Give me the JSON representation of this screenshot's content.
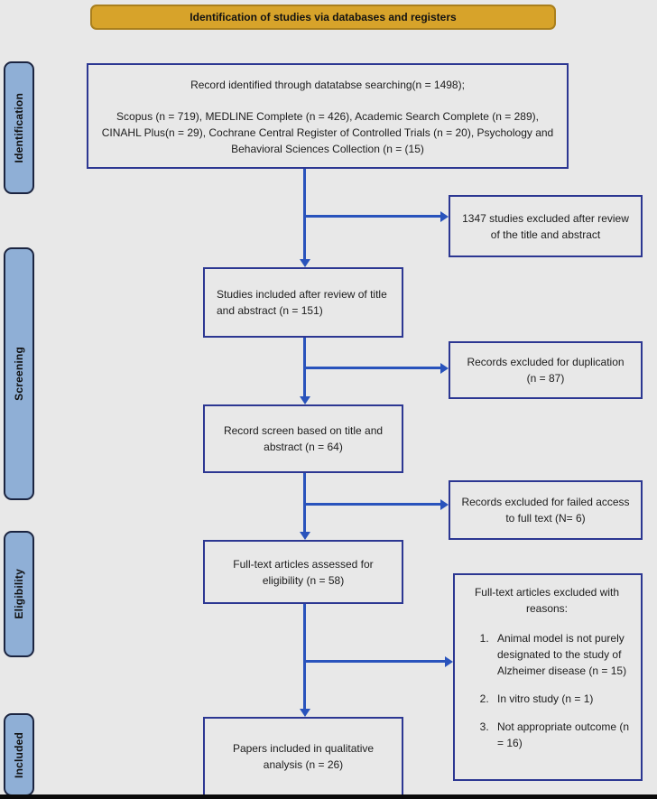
{
  "banner": {
    "label": "Identification of studies via databases and registers"
  },
  "sidebar": {
    "stages": [
      {
        "label": "Identification"
      },
      {
        "label": "Screening"
      },
      {
        "label": "Eligibility"
      },
      {
        "label": "Included"
      }
    ]
  },
  "boxes": {
    "identification": {
      "line1": "Record identified through datatabse searching(n = 1498);",
      "line2": "Scopus (n = 719), MEDLINE Complete (n = 426), Academic Search Complete (n = 289), CINAHL Plus(n = 29), Cochrane Central Register of Controlled Trials (n = 20), Psychology and Behavioral Sciences Collection (n = (15)"
    },
    "studies_included": "Studies included after review of title and abstract (n = 151)",
    "record_screen": "Record screen based on title and abstract (n = 64)",
    "fulltext_assessed": "Full-text articles assessed for eligibility (n = 58)",
    "papers_included": "Papers included in qualitative analysis (n = 26)"
  },
  "side_boxes": {
    "excluded_title_abstract": "1347 studies excluded after review of the title and abstract",
    "excluded_duplication": "Records excluded for duplication (n = 87)",
    "excluded_access": "Records excluded for failed access to full text (N= 6)",
    "excluded_reasons": {
      "title": "Full-text articles excluded with reasons:",
      "items": [
        "Animal model is not purely designated to the study of Alzheimer disease (n = 15)",
        "In vitro study (n = 1)",
        "Not appropriate outcome (n = 16)"
      ]
    }
  },
  "colors": {
    "banner_fill": "#d7a32a",
    "banner_border": "#a97f1d",
    "box_border": "#2c3792",
    "arrow": "#2953bc",
    "stage_fill": "#8fafd6",
    "stage_border": "#1b2440",
    "background": "#e8e8e8"
  }
}
